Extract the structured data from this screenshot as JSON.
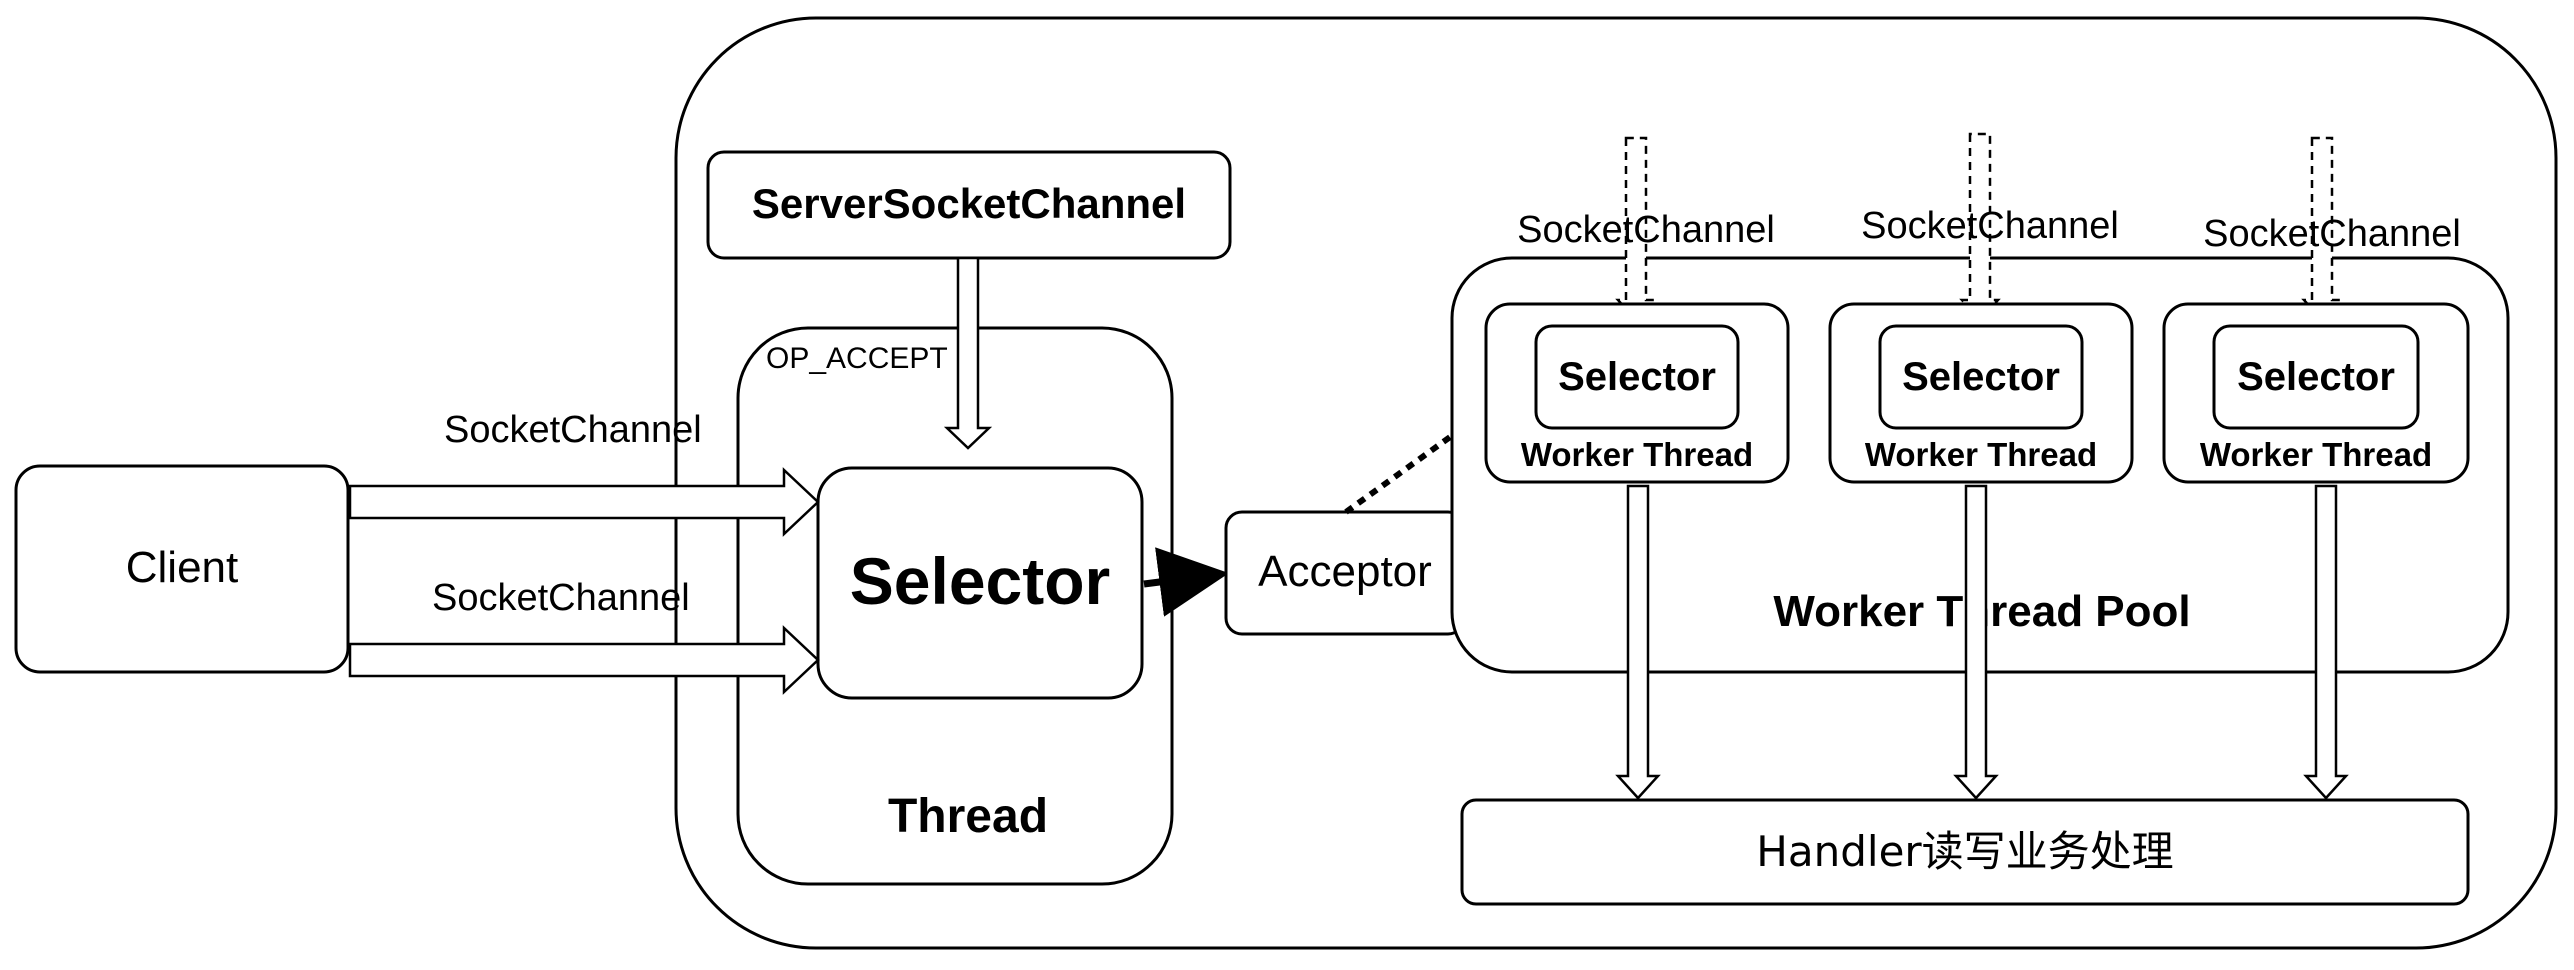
{
  "client": {
    "label": "Client"
  },
  "inbound_channels": [
    "SocketChannel",
    "SocketChannel"
  ],
  "server_socket_channel": {
    "label": "ServerSocketChannel"
  },
  "main_reactor": {
    "event_label": "OP_ACCEPT",
    "selector_label": "Selector",
    "thread_label": "Thread"
  },
  "acceptor": {
    "label": "Acceptor"
  },
  "worker_pool": {
    "label": "Worker Thread Pool",
    "workers": [
      {
        "channel_label": "SocketChannel",
        "selector_label": "Selector",
        "thread_label": "Worker Thread"
      },
      {
        "channel_label": "SocketChannel",
        "selector_label": "Selector",
        "thread_label": "Worker Thread"
      },
      {
        "channel_label": "SocketChannel",
        "selector_label": "Selector",
        "thread_label": "Worker Thread"
      }
    ]
  },
  "handler": {
    "label": "Handler读写业务处理"
  }
}
